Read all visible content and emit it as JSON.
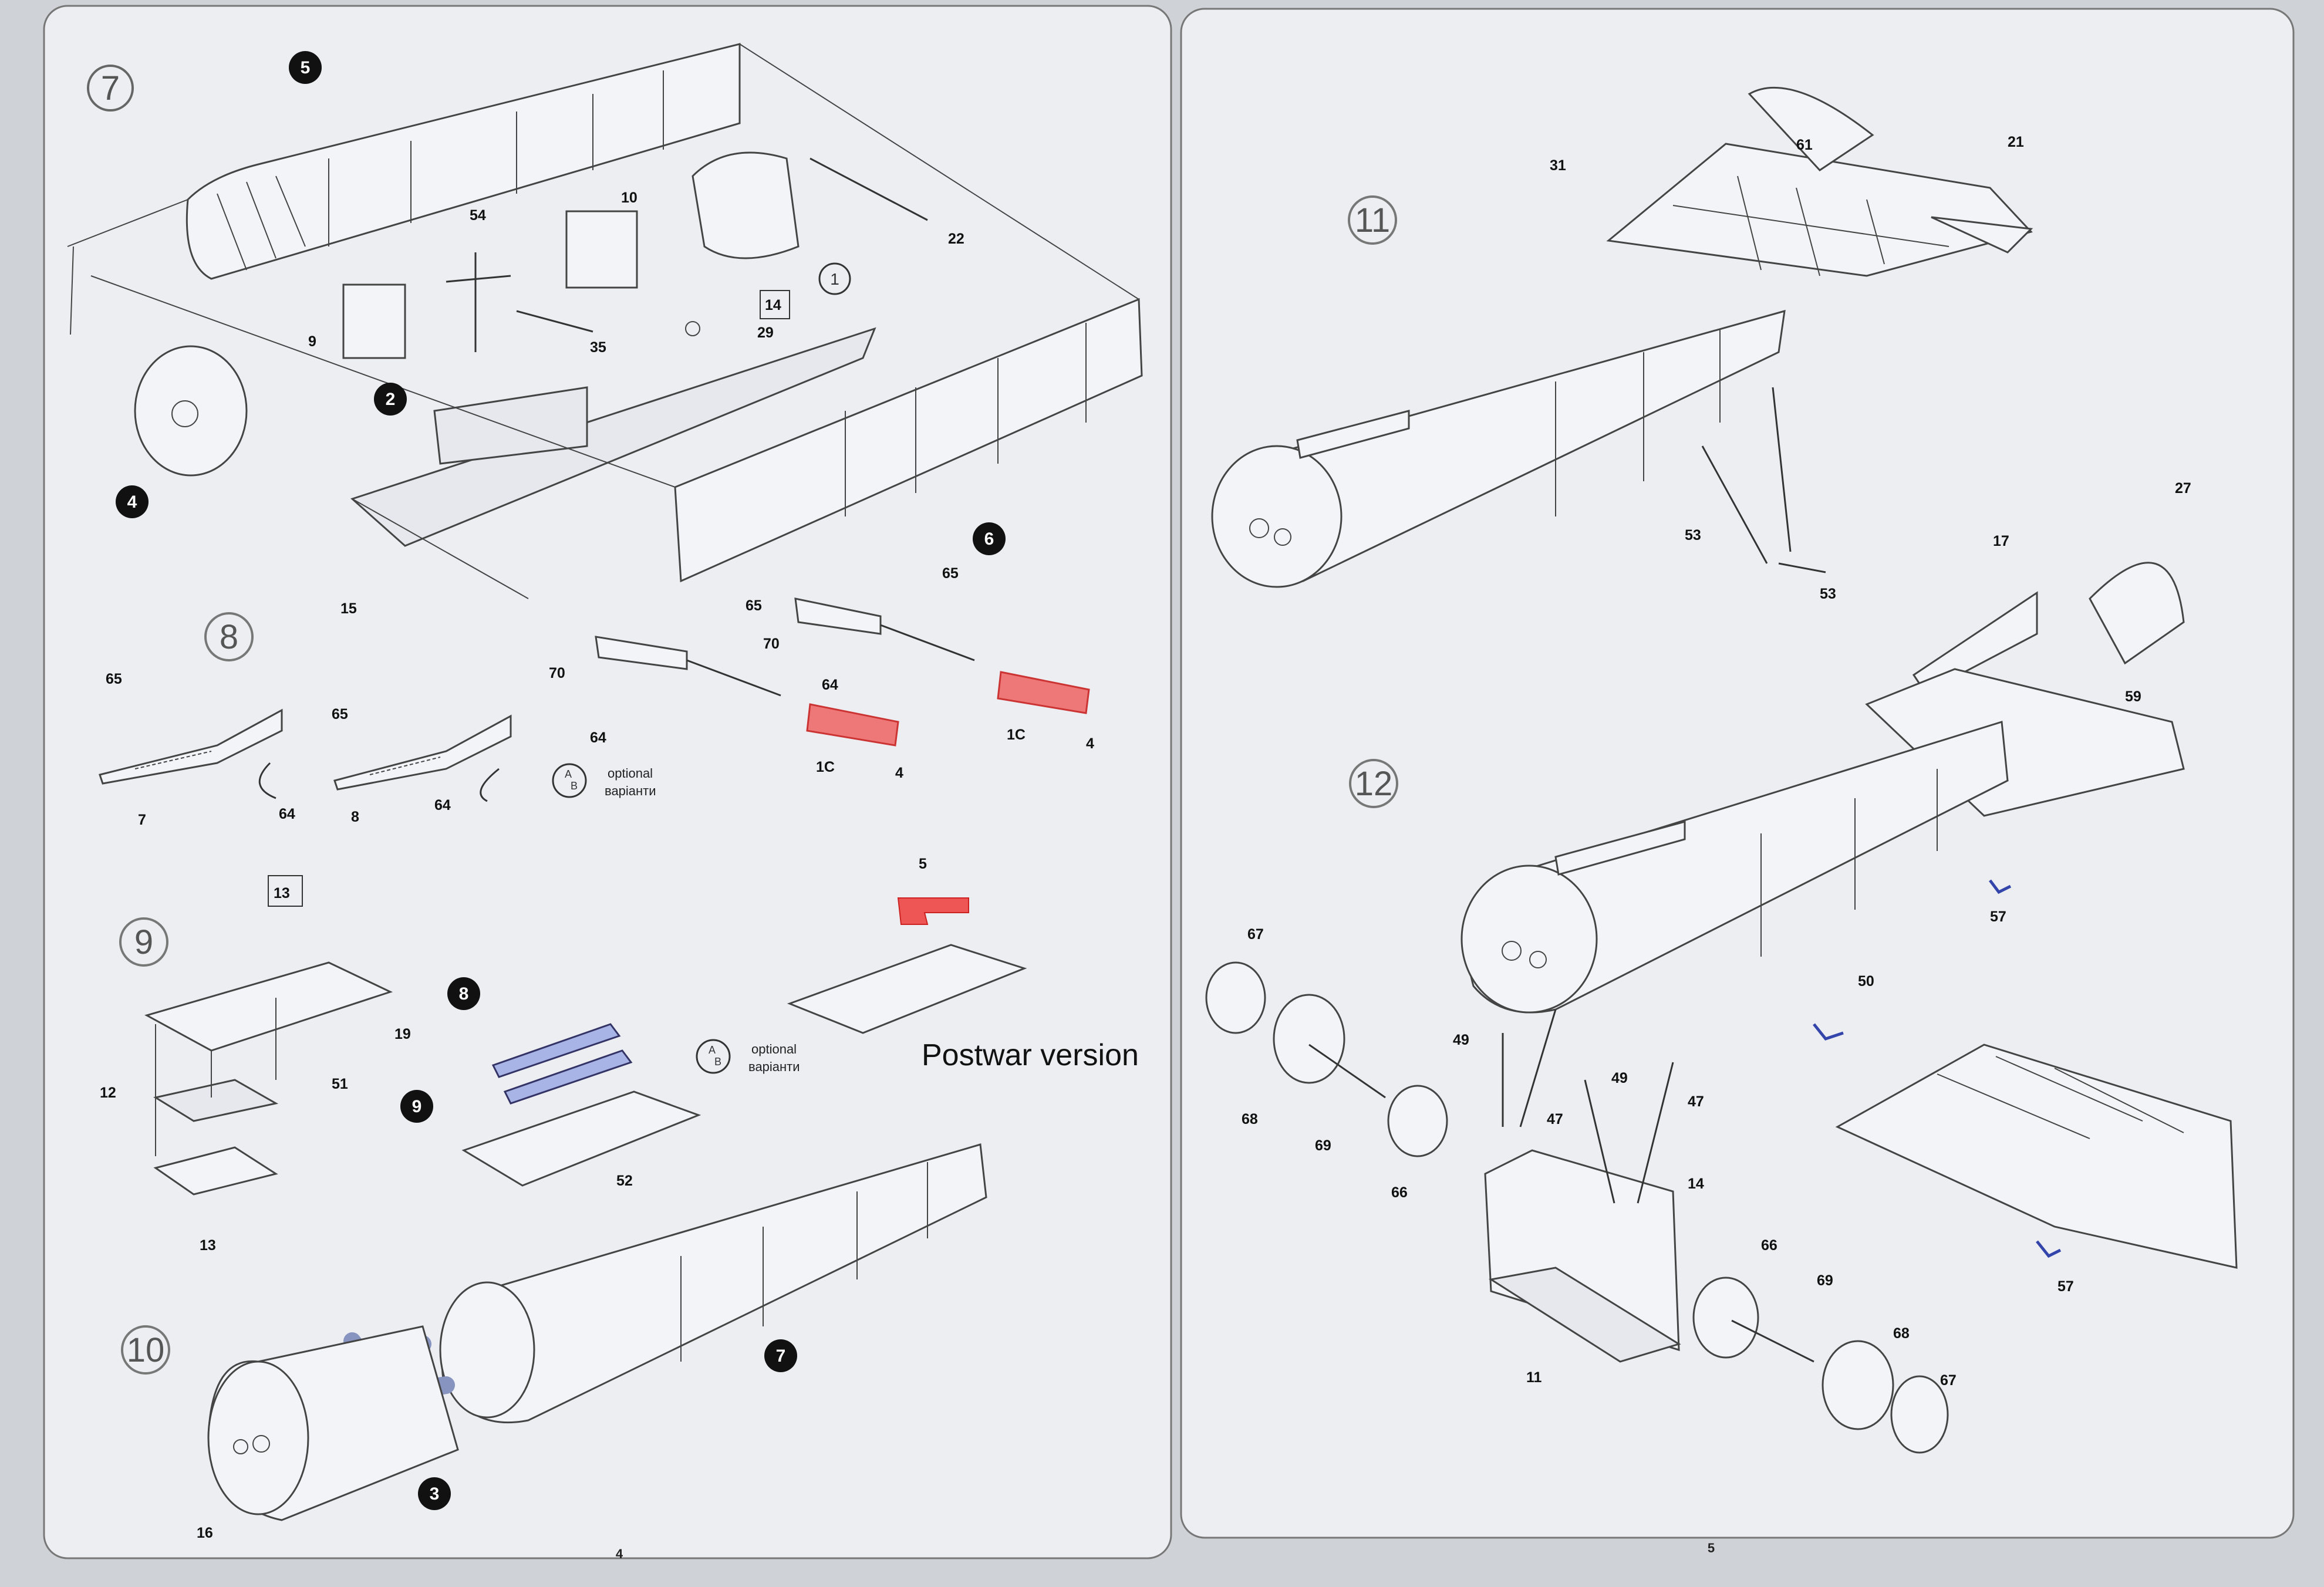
{
  "pages": [
    {
      "page_number": "4"
    },
    {
      "page_number": "5"
    }
  ],
  "steps": [
    "7",
    "8",
    "9",
    "10",
    "11",
    "12"
  ],
  "step_refs": {
    "s7_sub2": "2",
    "s7_sub4": "4",
    "s7_sub5": "5",
    "s7_sub6": "6",
    "s7_circ1": "1",
    "s9_sub8": "8",
    "s9_sub9": "9",
    "s10_sub7": "7",
    "s10_sub3": "3"
  },
  "labels": {
    "postwar": "Postwar version",
    "optional_1": "optional",
    "optional_2": "варіанти",
    "ab_a": "A",
    "ab_b": "B"
  },
  "part_numbers": {
    "s7": [
      "54",
      "10",
      "22",
      "9",
      "35",
      "14",
      "29",
      "15"
    ],
    "s8": [
      "65",
      "65",
      "70",
      "65",
      "65",
      "70",
      "64",
      "64",
      "64",
      "64",
      "7",
      "8",
      "1C",
      "1C",
      "4",
      "4"
    ],
    "s9": [
      "13",
      "19",
      "51",
      "12",
      "13",
      "5",
      "52"
    ],
    "s10": [
      "16"
    ],
    "s11": [
      "31",
      "61",
      "21",
      "53",
      "53"
    ],
    "s12": [
      "27",
      "17",
      "59",
      "57",
      "50",
      "57",
      "67",
      "68",
      "69",
      "66",
      "49",
      "47",
      "49",
      "47",
      "14",
      "11",
      "66",
      "69",
      "68",
      "67"
    ]
  }
}
